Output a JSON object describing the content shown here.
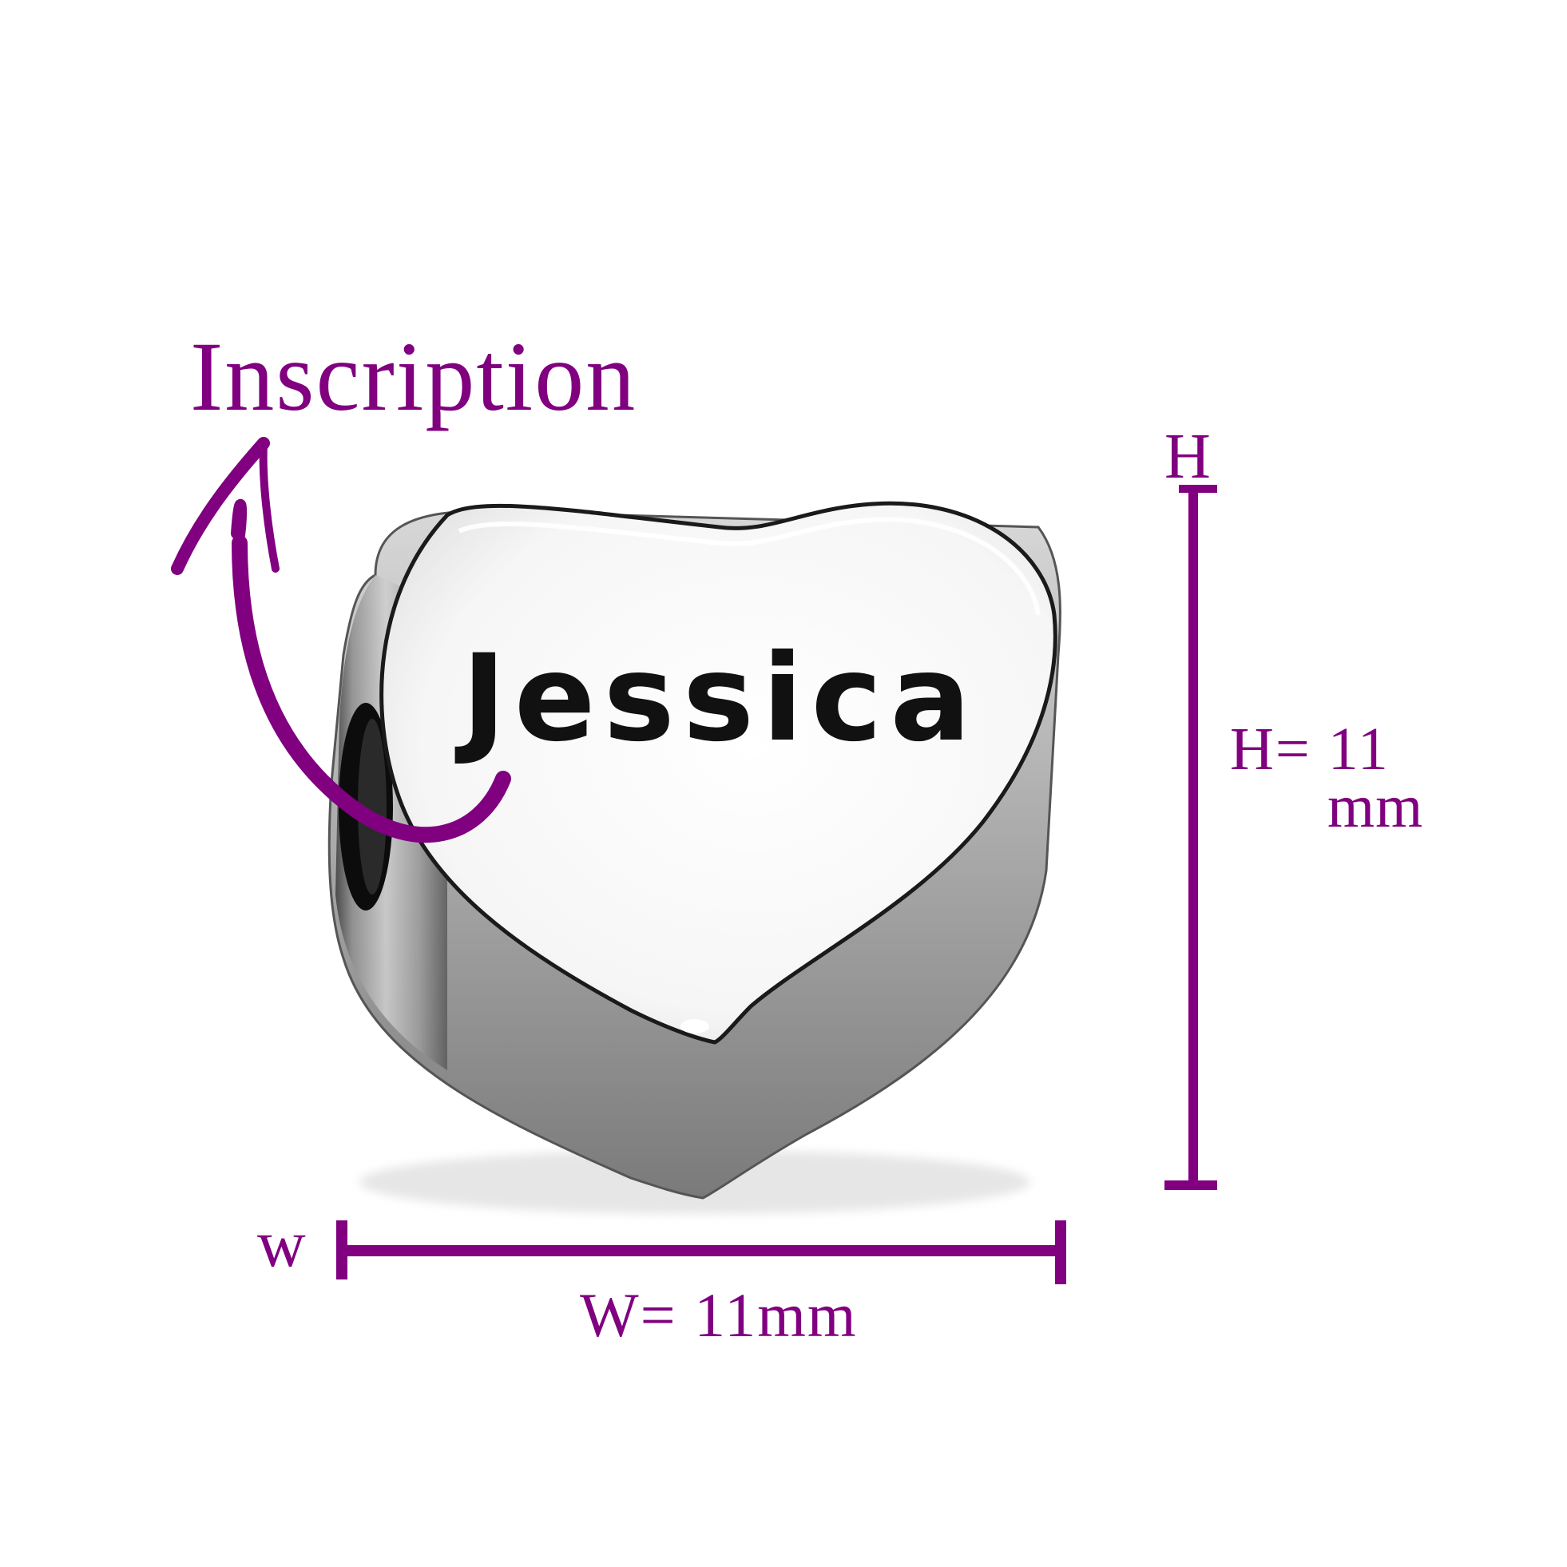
{
  "labels": {
    "inscription": "Inscription",
    "height_marker": "H",
    "height_value": "H= 11",
    "height_unit": "mm",
    "width_marker": "w",
    "width_value": "W= 11mm"
  },
  "engraving": {
    "text": "Jessica"
  },
  "colors": {
    "accent": "#800080",
    "engraving": "#111111",
    "metal_dark": "#3a3a3a",
    "metal_mid": "#9a9a9a",
    "metal_light": "#f4f4f4"
  },
  "icons": {
    "arrow": "curved-arrow-icon",
    "product": "heart-bead-icon",
    "height_dimension": "vertical-dimension-line-icon",
    "width_dimension": "horizontal-dimension-line-icon"
  }
}
